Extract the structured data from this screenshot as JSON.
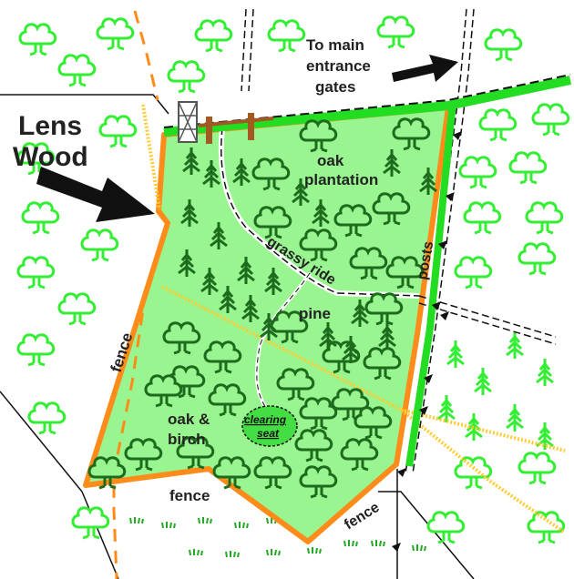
{
  "labels": {
    "title_line1": "Lens",
    "title_line2": "Wood",
    "entrance_line1": "To main",
    "entrance_line2": "entrance",
    "entrance_line3": "gates",
    "oak_plantation_line1": "oak",
    "oak_plantation_line2": "plantation",
    "grassy_ride": "grassy ride",
    "pine": "pine",
    "posts": "posts",
    "fence_left": "fence",
    "oak_birch_line1": "oak &",
    "oak_birch_line2": "birch",
    "clearing_line1": "clearing",
    "clearing_line2": "seat",
    "fence_bottom": "fence",
    "fence_right": "fence"
  },
  "colors": {
    "wood_fill": "#99f58f",
    "wood_border": "#ff8c1a",
    "outside_tree": "#33ee33",
    "inside_tree": "#1d6b1d",
    "hedge": "#22dd22",
    "boundary": "#111111",
    "path_yellow": "#ffcc33",
    "seat_fill": "#44dd44"
  }
}
